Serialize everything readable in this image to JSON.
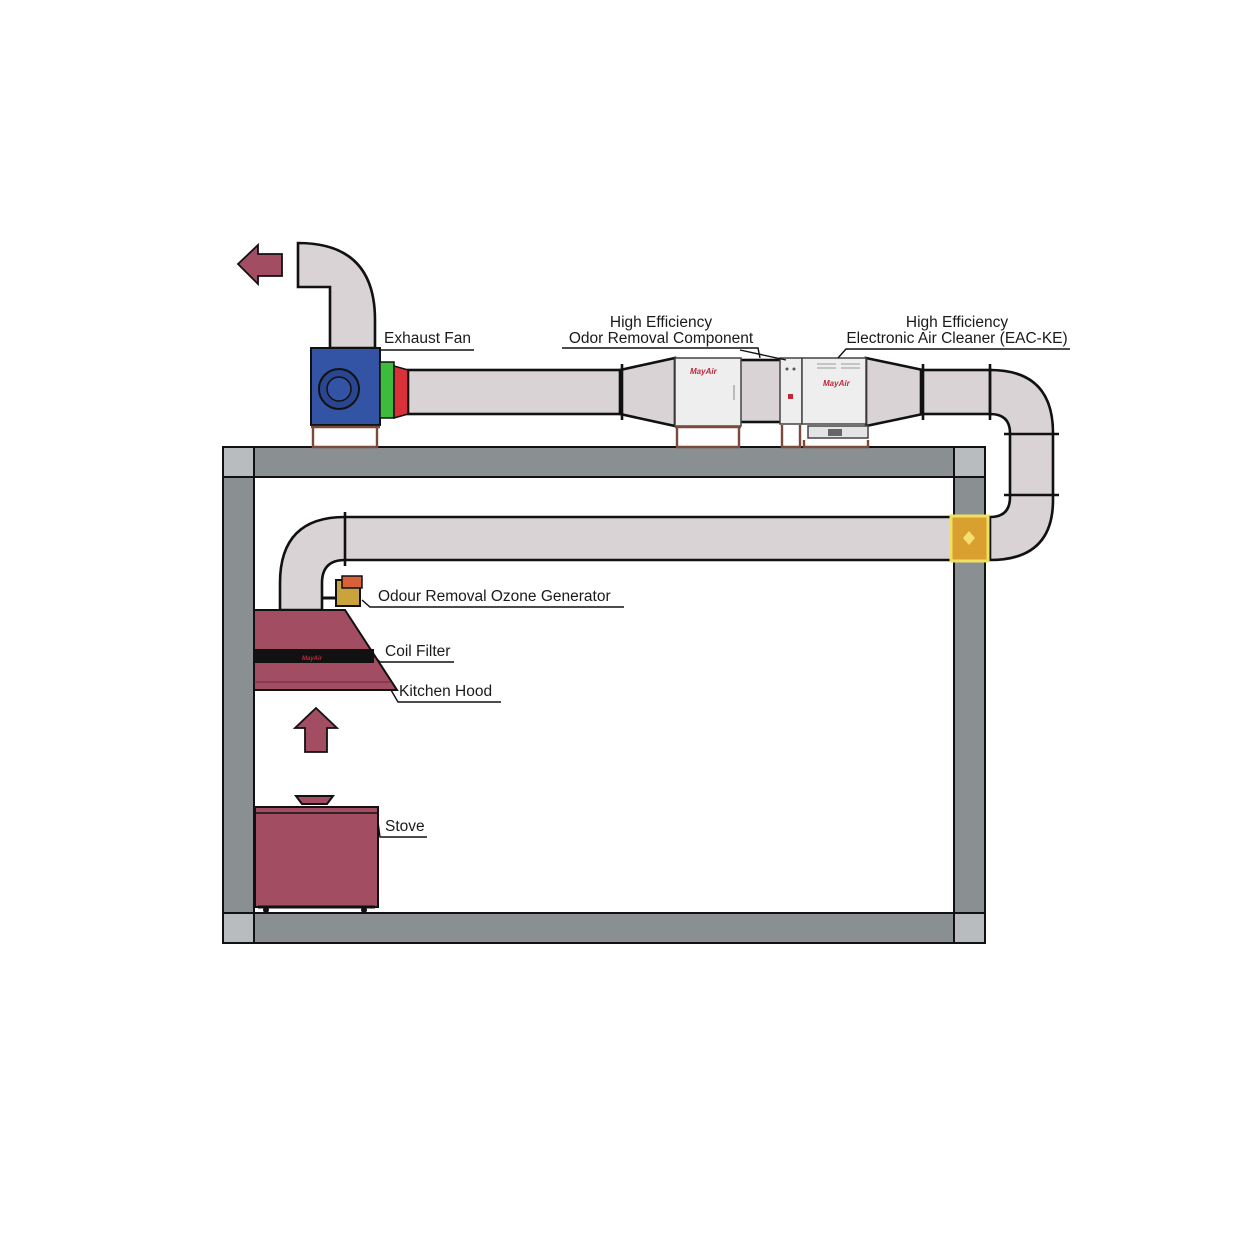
{
  "diagram": {
    "labels": {
      "exhaust_fan": "Exhaust Fan",
      "odor_removal_line1": "High Efficiency",
      "odor_removal_line2": "Odor Removal Component",
      "eac_line1": "High Efficiency",
      "eac_line2": "Electronic Air Cleaner (EAC-KE)",
      "ozone_generator": "Odour Removal Ozone Generator",
      "coil_filter": "Coil Filter",
      "kitchen_hood": "Kitchen Hood",
      "stove": "Stove"
    },
    "brand_marks": [
      "MayAir",
      "MayAir",
      "MayAir"
    ],
    "colors": {
      "duct": "#d9d3d6",
      "wall": "#8a9092",
      "fan_housing": "#3354a5",
      "fan_connector": "#3dbb3d",
      "damper": "#d9303a",
      "hood_and_stove": "#a34d62",
      "junction_box": "#d9a030",
      "junction_outline": "#f0e060"
    },
    "icons": [
      "outlet-arrow-icon",
      "updraft-arrow-icon"
    ]
  }
}
